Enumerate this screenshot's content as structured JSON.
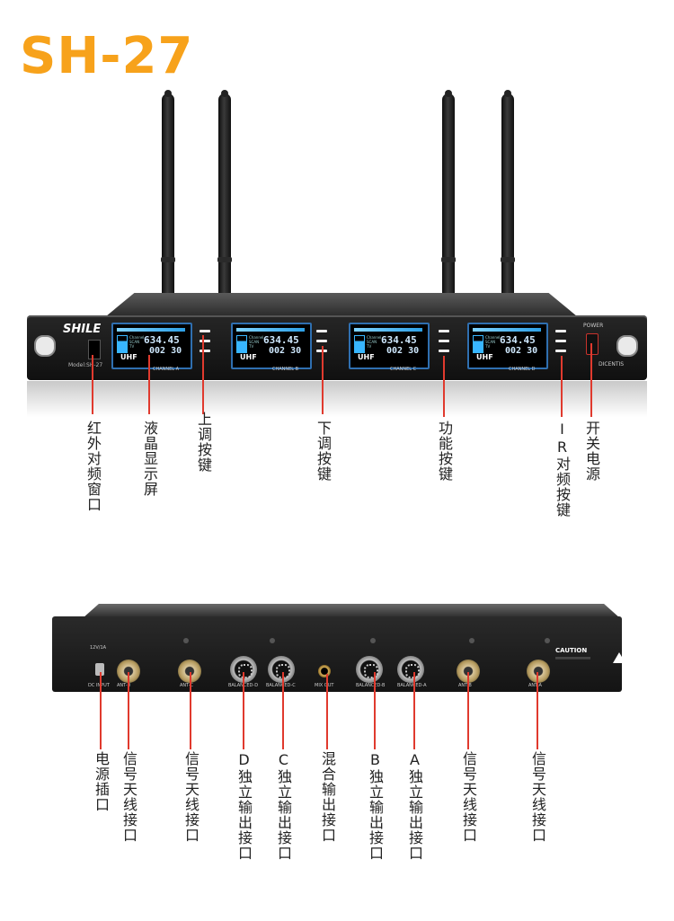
{
  "header": {
    "model_title": "SH-27"
  },
  "front_panel": {
    "brand": "SHILE",
    "model": "Model:SH-27",
    "power_label": "POWER",
    "badge": "DICENTIS",
    "channels": [
      {
        "label": "CHANNEL A",
        "freq": "634.45",
        "num": "002 30",
        "band": "UHF"
      },
      {
        "label": "CHANNEL B",
        "freq": "634.45",
        "num": "002 30",
        "band": "UHF"
      },
      {
        "label": "CHANNEL C",
        "freq": "634.45",
        "num": "002 30",
        "band": "UHF"
      },
      {
        "label": "CHANNEL D",
        "freq": "634.45",
        "num": "002 30",
        "band": "UHF"
      }
    ],
    "callouts": [
      "红外对频窗口",
      "液晶显示屏",
      "上调按键",
      "下调按键",
      "功能按键",
      "IR对频按键",
      "开关电源"
    ]
  },
  "rear_panel": {
    "dc_label": "12V/1A",
    "dc_input": "DC INPUT",
    "ports": [
      "ANT-D",
      "ANT-C",
      "BALANCED-D",
      "BALANCED-C",
      "MIX OUT",
      "BALANCED-B",
      "BALANCED-A",
      "ANT-B",
      "ANT-A"
    ],
    "caution_title": "CAUTION",
    "callouts": [
      "电源插口",
      "信号天线接口",
      "信号天线接口",
      "D独立输出接口",
      "C独立输出接口",
      "混合输出接口",
      "B独立输出接口",
      "A独立输出接口",
      "信号天线接口",
      "信号天线接口"
    ]
  }
}
